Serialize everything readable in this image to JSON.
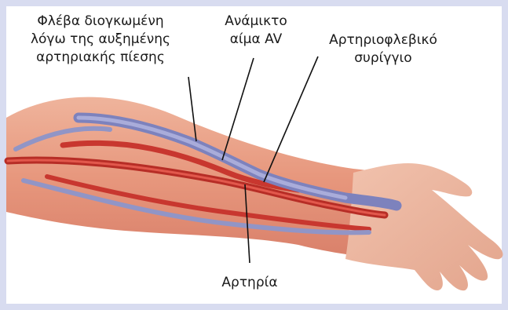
{
  "labels": {
    "vein": [
      "Φλέβα διογκωμένη",
      "λόγω της αυξημένης",
      "αρτηριακής πίεσης"
    ],
    "mixed": [
      "Ανάμικτο",
      "αίμα AV"
    ],
    "fistula": [
      "Αρτηριοφλεβικό",
      "συρίγγιο"
    ],
    "artery": "Αρτηρία"
  },
  "colors": {
    "frame": "#d8dcf0",
    "skin": "#e9a187",
    "vein": "#8f93c6",
    "artery": "#c8372f"
  }
}
